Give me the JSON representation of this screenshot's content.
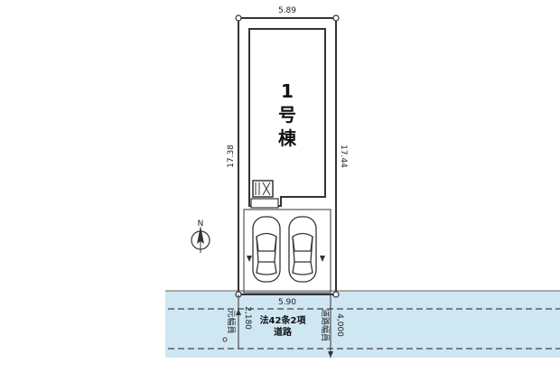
{
  "plot": {
    "top_width": "5.89",
    "left_length": "17.38",
    "right_length": "17.44",
    "bottom_width": "5.90"
  },
  "building": {
    "number": "1",
    "label_line1": "号",
    "label_line2": "棟"
  },
  "road": {
    "label_line1": "法42条2項",
    "label_line2": "道路",
    "original_width_label": "元幅員",
    "original_width_value": "2,180",
    "road_width_label": "道路幅員",
    "road_width_value": "4,000"
  },
  "compass": {
    "north": "N"
  },
  "colors": {
    "road_fill": "#cfe6f3",
    "lines": "#333333",
    "dashed": "#444444"
  }
}
